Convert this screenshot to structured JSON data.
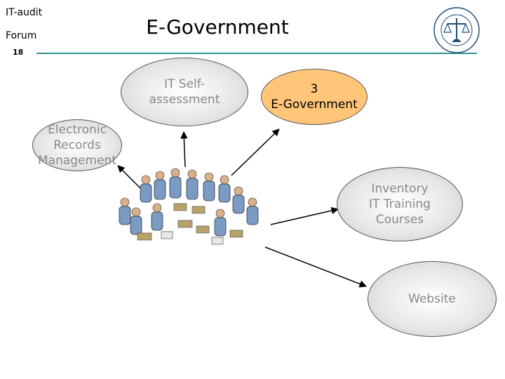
{
  "header": {
    "org_line1": "IT-audit",
    "org_line2": "Forum",
    "page_number": "18",
    "title": "E-Government"
  },
  "nodes": {
    "it_self_assessment": [
      "IT Self-",
      "assessment"
    ],
    "e_government": [
      "3",
      "E-Government"
    ],
    "electronic_records": [
      "Electronic",
      "Records",
      "Management"
    ],
    "inventory_training": [
      "Inventory",
      "IT Training",
      "Courses"
    ],
    "website": [
      "Website"
    ]
  },
  "colors": {
    "accent_rule": "#2f8f8f",
    "highlight_node": "#ffc67a",
    "muted_text": "#888888"
  }
}
